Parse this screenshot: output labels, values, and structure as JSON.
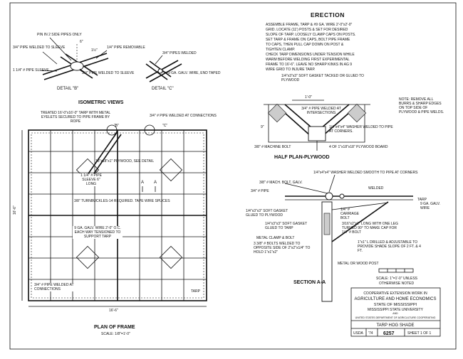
{
  "detail_b": {
    "pin_note": "PIN IN 2 SIDE PIPES ONLY",
    "dim_top": "6\"",
    "dim_right": "1½\"",
    "note_left_pipe": "3/4\" PIPE WELDED TO SLEEVE",
    "note_removable": "1/4\" PIPE REMOVABLE",
    "note_sleeve": "1 1/4\" # PIPE SLEEVE",
    "note_welded": "3/4\" PIPE WELDED TO SLEEVE",
    "title": "DETAIL \"B\""
  },
  "detail_c": {
    "note_pipes": "3/4\" PIPES WELDED",
    "note_wire": "9 GA. GALV. WIRE, END TAPED",
    "title": "DETAIL \"C\""
  },
  "isometric": {
    "title": "ISOMETRIC VIEWS"
  },
  "erection": {
    "title": "ERECTION",
    "lines": [
      "ASSEMBLE FRAME, TARP & #9 GA. WIRE 2'-0\"x2'-0\"",
      "GRID. LOCATE (11') POSTS & SET FOR DESIRED",
      "SLOPE OF TARP. LOOSELY CLAMP CAPS ON POSTS.",
      "SET TARP & FRAME ON CAPS, BOLT PIPE FRAME",
      "TO CAPS, THEN PULL CAP DOWN ON POST &",
      "TIGHTEN CLAMP.",
      "CHECK TARP DIMENSIONS UNDER TENSION WHILE",
      "WARM BEFORE WELDING FIRST EXPERIMENTAL",
      "FRAME TO 16'-6\". LEAVE NO SHARP KINKS IN AG 9",
      "WIRE GRID TO INJURE TARP."
    ]
  },
  "half_plan": {
    "title": "HALF PLAN-PLYWOOD",
    "note_gasket": "1/4\"x3\"x3\" SOFT GASKET TACKED OR GLUED TO PLYWOOD",
    "dim_top": "1'-0\"",
    "dim_side": "9\"",
    "note_pipe": "3/4\" # PIPE WELDED AT INTERSECTIONS",
    "note_remove": "NOTE: REMOVE ALL BURRS & SHARP EDGES ON TOP SIDE OF PLYWOOD & PIPE WELDS.",
    "note_washer": "1/4\"x4\"x4\" WASHER WELDED TO PIPE AT CORNERS.",
    "note_bolt": "3/8\" # MACHINE BOLT",
    "note_board": "4 OF 1\"x18\"x18\" PLYWOOD BOARD"
  },
  "plan_frame": {
    "title": "PLAN OF FRAME",
    "scale": "SCALE: 1/8\"=1'-0\"",
    "note_tarp": "TREATED 16'-0\"x16'-0\" TARP WITH METAL EYELETS SECURED TO PIPE FRAME BY ROPE",
    "note_corner_pipe": "3/4\" # PIPE WELDED AT CONNECTIONS",
    "note_plywood": "18\"x18\"x1\" PLYWOOD, SEE DETAIL",
    "note_sleeve": "1 1/4\" # PIPE SLEEVE 6\" LONG",
    "note_turnbuckles": "3/8\" TURNBUCKLES-14 REQUIRED. TAPE WIRE SPLICES",
    "note_wire": "9 GA. GALV. WIRE 2'-0\" O.C. EACH WAY TENSIONED TO SUPPORT TARP",
    "note_bottom_pipe": "3/4\" # PIPE WELDED AT CONNECTIONS",
    "label_tarp": "TARP",
    "dim_width": "16'-6\"",
    "dim_height": "16'-6\"",
    "label_b": "\"B\"",
    "label_c": "\"C\"",
    "label_a1": "A",
    "label_a2": "A"
  },
  "section_aa": {
    "title": "SECTION A-A",
    "note_bolt": "3/8\" # MACH. BOLT, GALV.",
    "note_washer": "1/4\"x4\"x4\" WASHER WELDED SMOOTH TO PIPE AT CORNERS",
    "note_pipe": "3/4\" # PIPE",
    "note_welded": "WELDED",
    "note_tarp": "TARP",
    "note_wire": "9 GA. GALV. WIRE",
    "note_gasket1": "1/4\"x3\"x3\" SOFT GASKET GLUED TO PLYWOOD",
    "note_carriage": "1/4\" # CARRIAGE BOLT",
    "note_gasket2": "1/4\"x3\"x3\" SOFT GASKET GLUED TO TARP",
    "note_angle": "3/16\"x2\"x1\" LONG WITH ONE LEG TURNED 90° TO MAKE CAP FOR 1/4\" # BOLT",
    "note_clamp": "METAL CLAMP & BOLT",
    "note_bolts": "3 3/8\" # BOLTS WELDED TO OPPOSITE SIDE OF 2\"x2\"x1/4\" TO HOLD 1\"x1\"x2\"",
    "note_drilled": "1\"x1\" L DRILLED & ADJUSTABLE TO PROVIDE SHADE SLOPE OF 2 FT. & 4 FT.",
    "note_post": "METAL OR WOOD POST"
  },
  "scale_block": {
    "scale": "SCALE: 1\"=1'-0\" UNLESS",
    "scale2": "OTHERWISE NOTED"
  },
  "title_block": {
    "line1": "COOPERATIVE EXTENSION WORK IN",
    "line2": "AGRICULTURE AND HOME ECONOMICS",
    "line3": "STATE OF MISSISSIPPI",
    "line4": "MISSISSIPPI STATE UNIVERSITY",
    "line5": "AND",
    "line6": "UNITED STATES DEPARTMENT OF AGRICULTURE COOPERATING",
    "drawing_title": "TARP HOG SHADE",
    "usda": "USDA",
    "year": "'74",
    "number": "6257",
    "sheet": "SHEET 1 OF 1"
  }
}
